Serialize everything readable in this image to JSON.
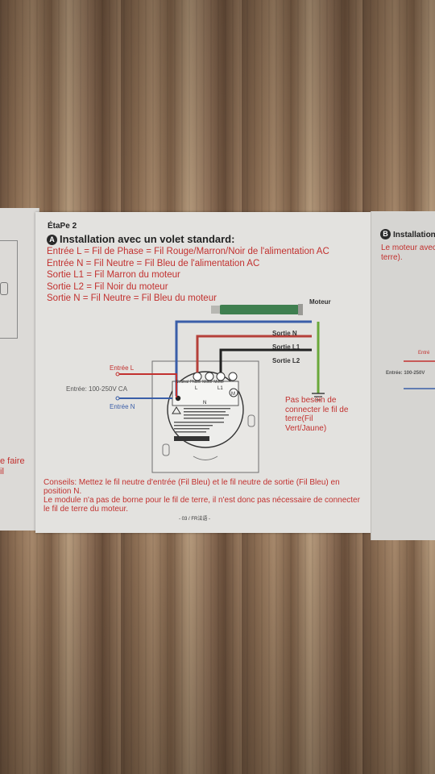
{
  "page": {
    "step": "ÉtaPe 2",
    "heading_badge": "A",
    "heading": "Installation avec un volet standard:",
    "instructions": [
      "Entrée L = Fil de Phase = Fil Rouge/Marron/Noir de l'alimentation AC",
      "Entrée N = Fil Neutre = Fil Bleu de l'alimentation AC",
      "Sortie L1 = Fil Marron du moteur",
      "Sortie L2 = Fil Noir du moteur",
      "Sortie N = Fil Neutre = Fil Bleu du moteur"
    ],
    "diagram": {
      "motor_label": "Moteur",
      "sortie_n": "Sortie N",
      "sortie_l1": "Sortie L1",
      "sortie_l2": "Sortie L2",
      "entree_l": "Entrée L",
      "entree_v": "Entrée: 100-250V CA",
      "entree_n": "Entrée N",
      "ground_note": "Pas besoin de connecter le fil de terre(Fil Vert/Jaune)",
      "terminal_l": "L",
      "terminal_l1": "L1",
      "terminal_n": "N",
      "terminal_m": "M"
    },
    "advice": [
      "Conseils: Mettez le fil neutre d'entrée (Fil Bleu) et le fil neutre de sortie (Fil Bleu) en position N.",
      "Le module n'a pas de borne pour le fil de terre, il n'est donc pas nécessaire de connecter le fil de terre du moteur."
    ],
    "page_number": "- 03 / FR法语 -"
  },
  "left_panel": {
    "text": [
      "e faire",
      "il"
    ]
  },
  "right_panel": {
    "badge": "B",
    "heading": "Installation",
    "text": [
      "Le moteur avec",
      "terre)."
    ],
    "entree_v": "Entrée: 100-250V"
  },
  "colors": {
    "text_red": "#c2312f",
    "wire_blue": "#3a5ea8",
    "wire_red": "#c2312f",
    "wire_brown": "#7a4a2a",
    "wire_black": "#222222",
    "wire_ground": "#6aa83a",
    "motor_green": "#3f7f4f"
  }
}
